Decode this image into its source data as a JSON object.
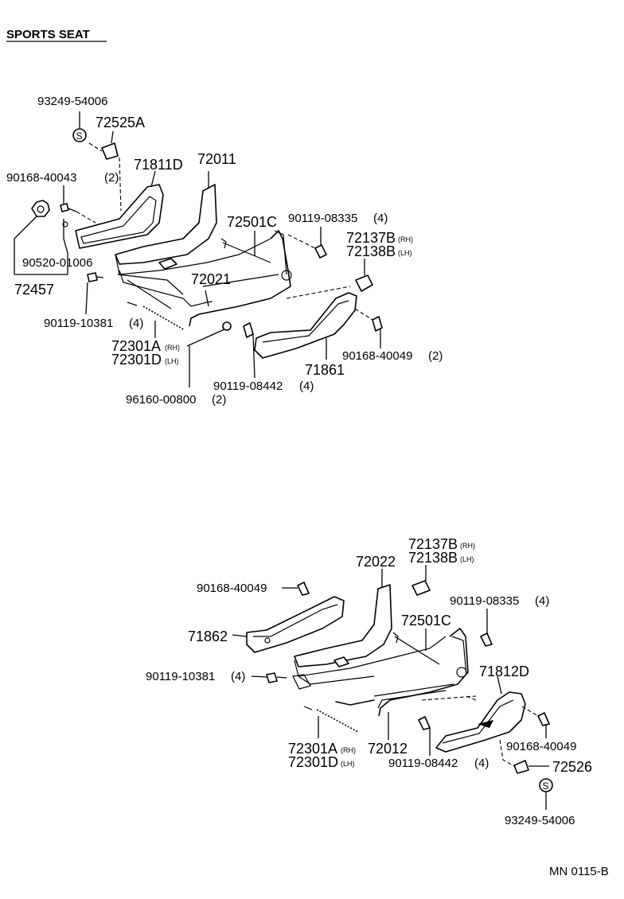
{
  "title": "SPORTS SEAT",
  "figure_code": "MN 0115-B",
  "upper": {
    "p93249": "93249-54006",
    "p72525A": "72525A",
    "p71811D": "71811D",
    "p72011": "72011",
    "p90168_40043": "90168-40043",
    "p90168_40043_qty": "(2)",
    "p72501C": "72501C",
    "p90119_08335": "90119-08335",
    "p90119_08335_qty": "(4)",
    "p72137B": "72137B",
    "p72137B_side": "(RH)",
    "p72138B": "72138B",
    "p72138B_side": "(LH)",
    "p90520": "90520-01006",
    "p72457": "72457",
    "p72021": "72021",
    "p90119_10381": "90119-10381",
    "p90119_10381_qty": "(4)",
    "p72301A": "72301A",
    "p72301A_side": "(RH)",
    "p72301D": "72301D",
    "p72301D_side": "(LH)",
    "p90168_40049": "90168-40049",
    "p90168_40049_qty": "(2)",
    "p71861": "71861",
    "p90119_08442": "90119-08442",
    "p90119_08442_qty": "(4)",
    "p96160": "96160-00800",
    "p96160_qty": "(2)"
  },
  "lower": {
    "p72137B": "72137B",
    "p72137B_side": "(RH)",
    "p72138B": "72138B",
    "p72138B_side": "(LH)",
    "p72022": "72022",
    "p90168_40049": "90168-40049",
    "p90119_08335": "90119-08335",
    "p90119_08335_qty": "(4)",
    "p72501C": "72501C",
    "p71862": "71862",
    "p71812D": "71812D",
    "p90119_10381": "90119-10381",
    "p90119_10381_qty": "(4)",
    "p90168_40049b": "90168-40049",
    "p72301A": "72301A",
    "p72301A_side": "(RH)",
    "p72301D": "72301D",
    "p72301D_side": "(LH)",
    "p72012": "72012",
    "p90119_08442": "90119-08442",
    "p90119_08442_qty": "(4)",
    "p72526": "72526",
    "p93249": "93249-54006"
  }
}
